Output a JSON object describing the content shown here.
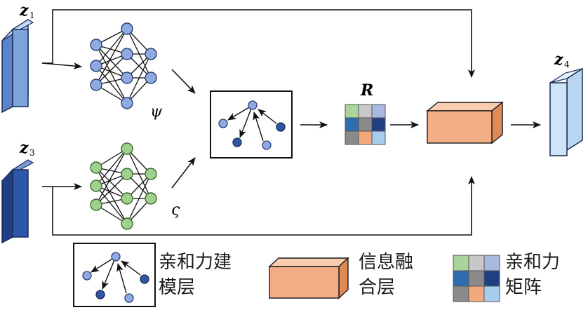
{
  "labels": {
    "z1": "z",
    "z1_sub": "1",
    "z3": "z",
    "z3_sub": "3",
    "z4": "z",
    "z4_sub": "4",
    "psi": "ψ",
    "varsigma": "ς",
    "R": "R"
  },
  "legend": {
    "affinity_modeling_line1": "亲和力建",
    "affinity_modeling_line2": "模层",
    "fusion_line1": "信息融",
    "fusion_line2": "合层",
    "affinity_matrix_line1": "亲和力",
    "affinity_matrix_line2": "矩阵"
  },
  "colors": {
    "z1_face": "#7da3dd",
    "z3_face": "#2f57a8",
    "z4_face": "#cfe4f6",
    "blue_node": "#8eaae0",
    "green_node": "#9fd08c",
    "dark_node": "#3056a8",
    "fusion_fill": "#f2ad84",
    "matrix": [
      "#a9d59c",
      "#c8c8c8",
      "#a9b8e0",
      "#2f6db3",
      "#8a8a8a",
      "#203f82",
      "#8a8a8a",
      "#f2a97d",
      "#a6cdee"
    ]
  }
}
